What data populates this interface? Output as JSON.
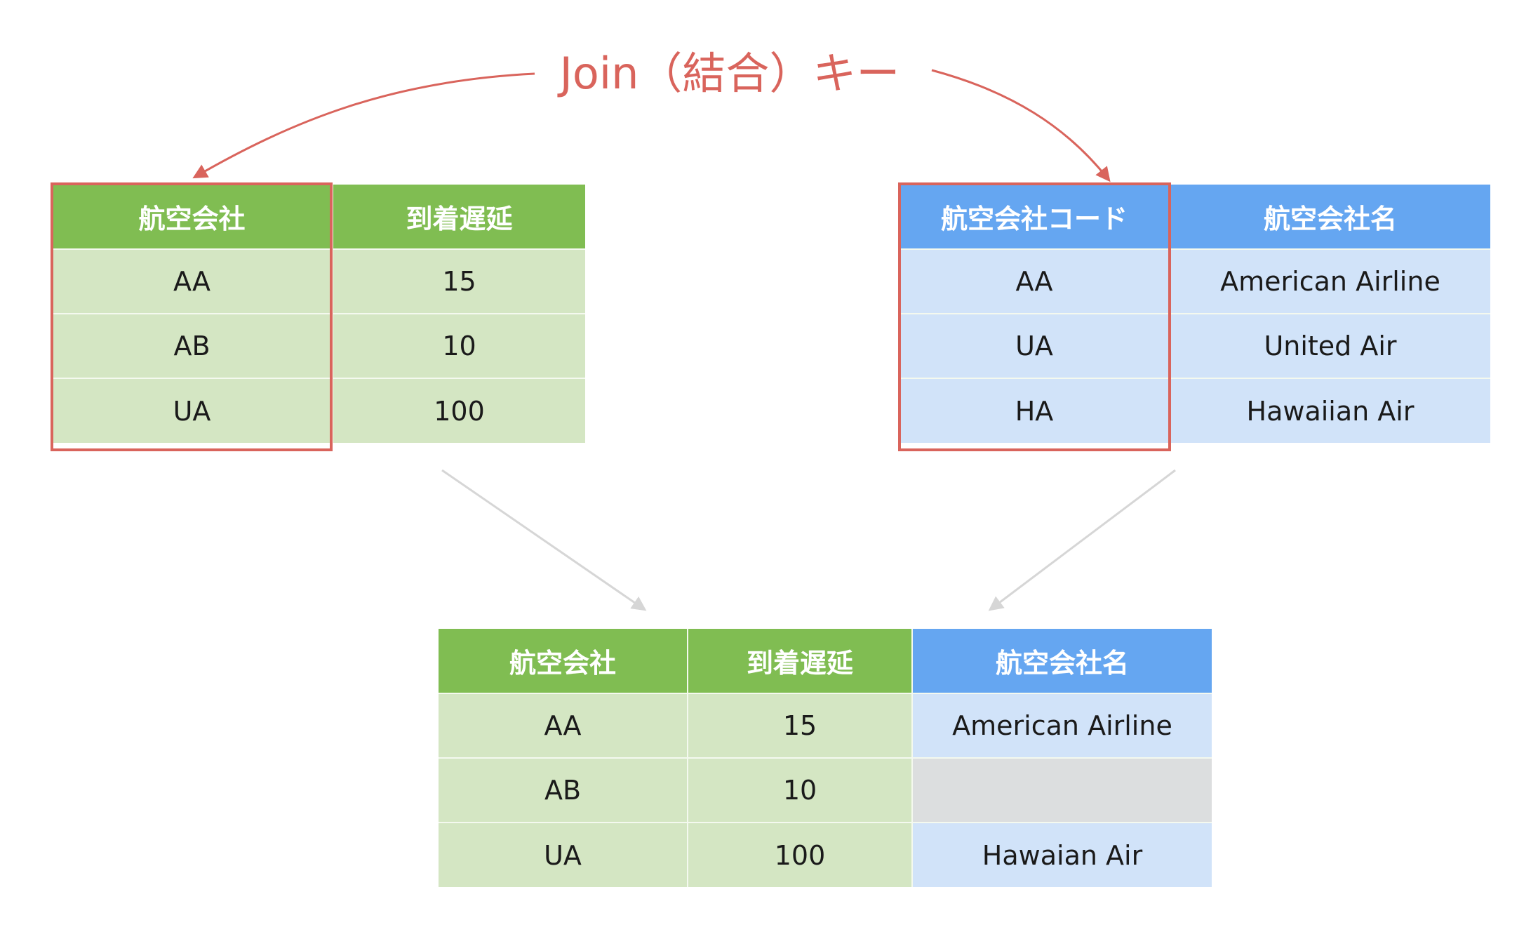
{
  "title": "Join（結合）キー",
  "colors": {
    "green_header": "#80bd52",
    "green_cell": "#d4e6c3",
    "blue_header": "#65a6f1",
    "blue_cell": "#d1e3f9",
    "gray_cell": "#dcdedf",
    "key_highlight": "#d9645c"
  },
  "left_table": {
    "headers": [
      "航空会社",
      "到着遅延"
    ],
    "rows": [
      [
        "AA",
        "15"
      ],
      [
        "AB",
        "10"
      ],
      [
        "UA",
        "100"
      ]
    ]
  },
  "right_table": {
    "headers": [
      "航空会社コード",
      "航空会社名"
    ],
    "rows": [
      [
        "AA",
        "American Airline"
      ],
      [
        "UA",
        "United Air"
      ],
      [
        "HA",
        "Hawaiian Air"
      ]
    ]
  },
  "result_table": {
    "headers": [
      "航空会社",
      "到着遅延",
      "航空会社名"
    ],
    "rows": [
      [
        "AA",
        "15",
        "American Airline"
      ],
      [
        "AB",
        "10",
        ""
      ],
      [
        "UA",
        "100",
        "Hawaian Air"
      ]
    ]
  }
}
